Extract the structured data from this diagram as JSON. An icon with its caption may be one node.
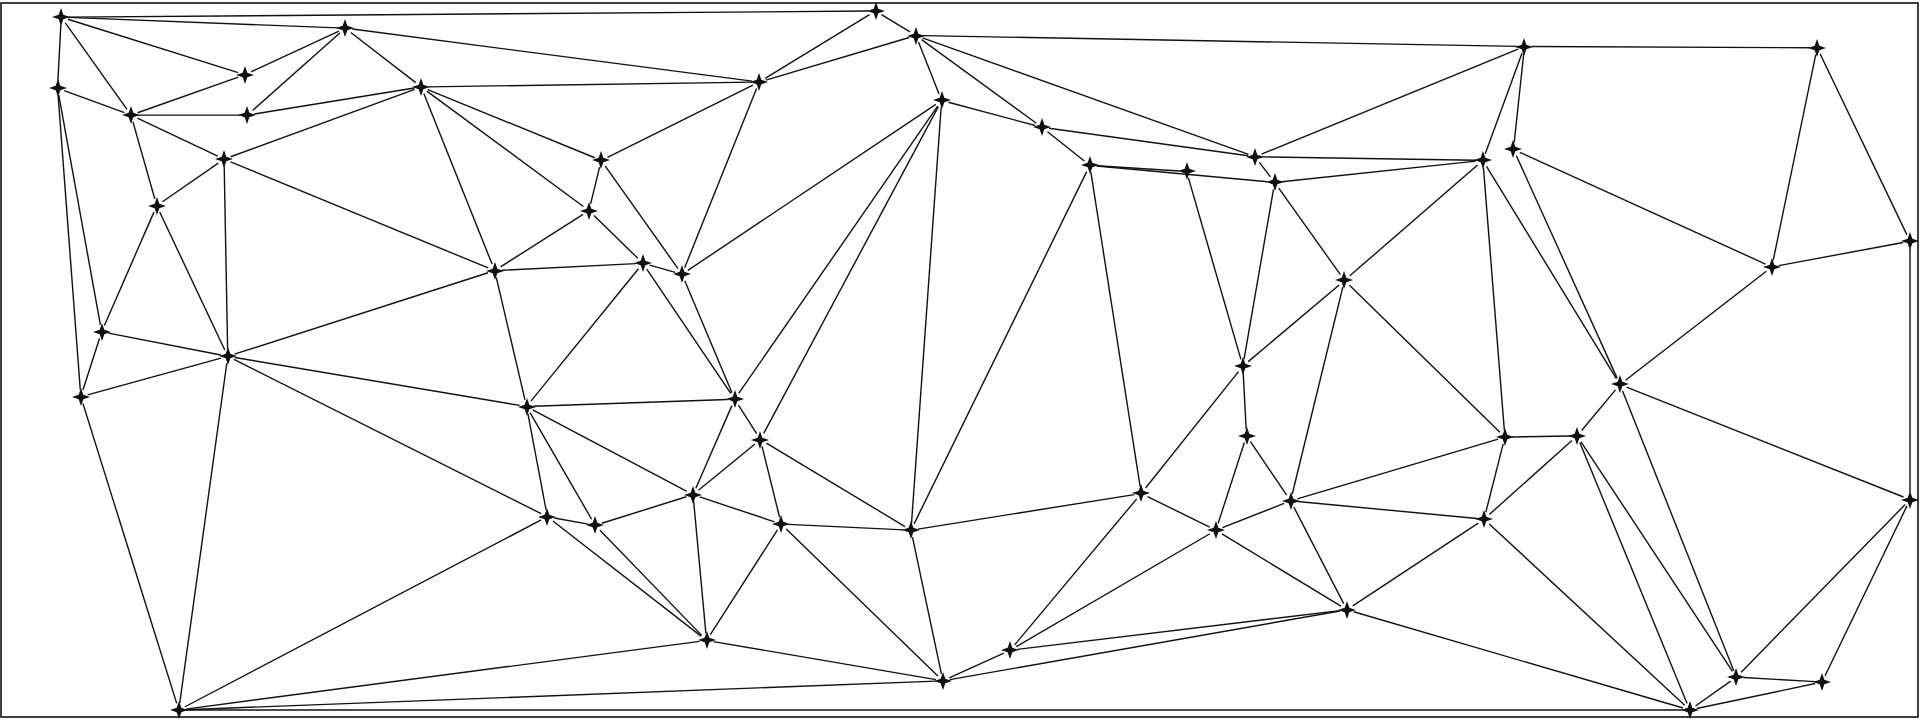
{
  "diagram": {
    "nodes": [
      {
        "text": [],
        "shape": "star"
      },
      {
        "text": [],
        "shape": "star"
      },
      {
        "text": [],
        "shape": "star"
      },
      {
        "text": [],
        "shape": "star"
      },
      {
        "text": [],
        "shape": "star"
      },
      {
        "text": [],
        "shape": "star"
      },
      {
        "text": [],
        "shape": "star"
      },
      {
        "text": [],
        "shape": "star"
      },
      {
        "text": [],
        "shape": "star"
      },
      {
        "text": [],
        "shape": "star"
      },
      {
        "text": [],
        "shape": "star"
      },
      {
        "text": [],
        "shape": "star"
      },
      {
        "text": [],
        "shape": "star"
      },
      {
        "text": [],
        "shape": "star"
      },
      {
        "text": [],
        "shape": "star"
      },
      {
        "text": [],
        "shape": "star"
      },
      {
        "text": [],
        "shape": "star"
      },
      {
        "text": [],
        "shape": "star"
      },
      {
        "text": [],
        "shape": "star"
      },
      {
        "text": [],
        "shape": "star"
      },
      {
        "text": [],
        "shape": "star"
      },
      {
        "text": [],
        "shape": "star"
      },
      {
        "text": [],
        "shape": "star"
      },
      {
        "text": [],
        "shape": "star"
      },
      {
        "text": [],
        "shape": "star"
      },
      {
        "text": [],
        "shape": "star"
      },
      {
        "text": [],
        "shape": "star"
      },
      {
        "text": [],
        "shape": "star"
      },
      {
        "text": [],
        "shape": "star"
      },
      {
        "text": [],
        "shape": "star"
      },
      {
        "text": [],
        "shape": "star"
      },
      {
        "text": [],
        "shape": "star"
      },
      {
        "text": [],
        "shape": "star"
      },
      {
        "text": [],
        "shape": "star"
      },
      {
        "text": [],
        "shape": "star"
      },
      {
        "text": [],
        "shape": "star"
      },
      {
        "text": [],
        "shape": "star"
      },
      {
        "text": [],
        "shape": "star"
      },
      {
        "text": [],
        "shape": "star"
      },
      {
        "text": [],
        "shape": "star"
      },
      {
        "text": [],
        "shape": "star"
      },
      {
        "text": [],
        "shape": "star"
      },
      {
        "text": [],
        "shape": "star"
      },
      {
        "text": [],
        "shape": "star"
      },
      {
        "text": [],
        "shape": "star"
      },
      {
        "text": [],
        "shape": "star"
      },
      {
        "text": [],
        "shape": "star"
      },
      {
        "text": [],
        "shape": "star"
      },
      {
        "text": [],
        "shape": "star"
      },
      {
        "text": [],
        "shape": "star"
      },
      {
        "text": [],
        "shape": "star"
      },
      {
        "text": [],
        "shape": "star"
      },
      {
        "text": [],
        "shape": "star"
      },
      {
        "text": [],
        "shape": "star"
      },
      {
        "text": [],
        "shape": "star"
      },
      {
        "text": [],
        "shape": "star"
      },
      {
        "text": [],
        "shape": "star"
      },
      {
        "text": [],
        "shape": "star"
      },
      {
        "text": [],
        "shape": "star"
      }
    ],
    "edges": [
      {
        "from": 1,
        "to": 0,
        "arrow": "none"
      },
      {
        "from": 1,
        "to": 9,
        "arrow": "none"
      },
      {
        "from": 1,
        "to": 4,
        "arrow": "none"
      },
      {
        "from": 1,
        "to": 27,
        "arrow": "none"
      },
      {
        "from": 1,
        "to": 11,
        "arrow": "none"
      },
      {
        "from": 0,
        "to": 4,
        "arrow": "none"
      },
      {
        "from": 0,
        "to": 2,
        "arrow": "none"
      },
      {
        "from": 0,
        "to": 3,
        "arrow": "none"
      },
      {
        "from": 4,
        "to": 10,
        "arrow": "none"
      },
      {
        "from": 4,
        "to": 7,
        "arrow": "none"
      },
      {
        "from": 4,
        "to": 5,
        "arrow": "none"
      },
      {
        "from": 4,
        "to": 9,
        "arrow": "none"
      },
      {
        "from": 9,
        "to": 11,
        "arrow": "none"
      },
      {
        "from": 10,
        "to": 11,
        "arrow": "none"
      },
      {
        "from": 10,
        "to": 12,
        "arrow": "none"
      },
      {
        "from": 11,
        "to": 12,
        "arrow": "none"
      },
      {
        "from": 11,
        "to": 24,
        "arrow": "none"
      },
      {
        "from": 7,
        "to": 5,
        "arrow": "none"
      },
      {
        "from": 7,
        "to": 12,
        "arrow": "none"
      },
      {
        "from": 7,
        "to": 8,
        "arrow": "none"
      },
      {
        "from": 7,
        "to": 13,
        "arrow": "none"
      },
      {
        "from": 5,
        "to": 3,
        "arrow": "none"
      },
      {
        "from": 5,
        "to": 8,
        "arrow": "none"
      },
      {
        "from": 3,
        "to": 2,
        "arrow": "none"
      },
      {
        "from": 3,
        "to": 8,
        "arrow": "none"
      },
      {
        "from": 2,
        "to": 8,
        "arrow": "none"
      },
      {
        "from": 2,
        "to": 6,
        "arrow": "none"
      },
      {
        "from": 6,
        "to": 8,
        "arrow": "none"
      },
      {
        "from": 6,
        "to": 15,
        "arrow": "none"
      },
      {
        "from": 6,
        "to": 31,
        "arrow": "none"
      },
      {
        "from": 6,
        "to": 22,
        "arrow": "none"
      },
      {
        "from": 6,
        "to": 52,
        "arrow": "none"
      },
      {
        "from": 8,
        "to": 13,
        "arrow": "none"
      },
      {
        "from": 8,
        "to": 14,
        "arrow": "none"
      },
      {
        "from": 8,
        "to": 15,
        "arrow": "none"
      },
      {
        "from": 12,
        "to": 13,
        "arrow": "none"
      },
      {
        "from": 12,
        "to": 18,
        "arrow": "none"
      },
      {
        "from": 12,
        "to": 16,
        "arrow": "none"
      },
      {
        "from": 12,
        "to": 24,
        "arrow": "none"
      },
      {
        "from": 13,
        "to": 16,
        "arrow": "none"
      },
      {
        "from": 13,
        "to": 19,
        "arrow": "none"
      },
      {
        "from": 13,
        "to": 14,
        "arrow": "none"
      },
      {
        "from": 16,
        "to": 18,
        "arrow": "none"
      },
      {
        "from": 18,
        "to": 24,
        "arrow": "none"
      },
      {
        "from": 18,
        "to": 20,
        "arrow": "none"
      },
      {
        "from": 16,
        "to": 19,
        "arrow": "none"
      },
      {
        "from": 24,
        "to": 27,
        "arrow": "none"
      },
      {
        "from": 24,
        "to": 29,
        "arrow": "none"
      },
      {
        "from": 24,
        "to": 20,
        "arrow": "none"
      },
      {
        "from": 29,
        "to": 27,
        "arrow": "none"
      },
      {
        "from": 29,
        "to": 49,
        "arrow": "none"
      },
      {
        "from": 29,
        "to": 30,
        "arrow": "none"
      },
      {
        "from": 29,
        "to": 40,
        "arrow": "none"
      },
      {
        "from": 29,
        "to": 33,
        "arrow": "none"
      },
      {
        "from": 19,
        "to": 20,
        "arrow": "none"
      },
      {
        "from": 19,
        "to": 14,
        "arrow": "none"
      },
      {
        "from": 19,
        "to": 23,
        "arrow": "none"
      },
      {
        "from": 20,
        "to": 23,
        "arrow": "none"
      },
      {
        "from": 20,
        "to": 30,
        "arrow": "none"
      },
      {
        "from": 14,
        "to": 23,
        "arrow": "none"
      },
      {
        "from": 14,
        "to": 15,
        "arrow": "none"
      },
      {
        "from": 14,
        "to": 17,
        "arrow": "none"
      },
      {
        "from": 14,
        "to": 21,
        "arrow": "none"
      },
      {
        "from": 23,
        "to": 25,
        "arrow": "none"
      },
      {
        "from": 23,
        "to": 30,
        "arrow": "none"
      },
      {
        "from": 23,
        "to": 21,
        "arrow": "none"
      },
      {
        "from": 21,
        "to": 22,
        "arrow": "none"
      },
      {
        "from": 21,
        "to": 17,
        "arrow": "none"
      },
      {
        "from": 21,
        "to": 25,
        "arrow": "none"
      },
      {
        "from": 21,
        "to": 26,
        "arrow": "none"
      },
      {
        "from": 15,
        "to": 17,
        "arrow": "none"
      },
      {
        "from": 15,
        "to": 22,
        "arrow": "none"
      },
      {
        "from": 17,
        "to": 22,
        "arrow": "none"
      },
      {
        "from": 22,
        "to": 26,
        "arrow": "none"
      },
      {
        "from": 22,
        "to": 31,
        "arrow": "none"
      },
      {
        "from": 25,
        "to": 26,
        "arrow": "none"
      },
      {
        "from": 25,
        "to": 28,
        "arrow": "none"
      },
      {
        "from": 25,
        "to": 30,
        "arrow": "none"
      },
      {
        "from": 26,
        "to": 28,
        "arrow": "none"
      },
      {
        "from": 26,
        "to": 31,
        "arrow": "none"
      },
      {
        "from": 30,
        "to": 28,
        "arrow": "none"
      },
      {
        "from": 30,
        "to": 33,
        "arrow": "none"
      },
      {
        "from": 28,
        "to": 31,
        "arrow": "none"
      },
      {
        "from": 28,
        "to": 35,
        "arrow": "none"
      },
      {
        "from": 28,
        "to": 34,
        "arrow": "none"
      },
      {
        "from": 31,
        "to": 32,
        "arrow": "none"
      },
      {
        "from": 31,
        "to": 44,
        "arrow": "none"
      },
      {
        "from": 32,
        "to": 35,
        "arrow": "none"
      },
      {
        "from": 32,
        "to": 37,
        "arrow": "none"
      },
      {
        "from": 32,
        "to": 44,
        "arrow": "none"
      },
      {
        "from": 33,
        "to": 34,
        "arrow": "none"
      },
      {
        "from": 33,
        "to": 40,
        "arrow": "none"
      },
      {
        "from": 34,
        "to": 36,
        "arrow": "none"
      },
      {
        "from": 34,
        "to": 35,
        "arrow": "none"
      },
      {
        "from": 34,
        "to": 41,
        "arrow": "none"
      },
      {
        "from": 35,
        "to": 38,
        "arrow": "none"
      },
      {
        "from": 35,
        "to": 37,
        "arrow": "none"
      },
      {
        "from": 36,
        "to": 38,
        "arrow": "none"
      },
      {
        "from": 40,
        "to": 41,
        "arrow": "none"
      },
      {
        "from": 40,
        "to": 45,
        "arrow": "none"
      },
      {
        "from": 40,
        "to": 49,
        "arrow": "none"
      },
      {
        "from": 41,
        "to": 38,
        "arrow": "none"
      },
      {
        "from": 41,
        "to": 43,
        "arrow": "none"
      },
      {
        "from": 41,
        "to": 45,
        "arrow": "none"
      },
      {
        "from": 38,
        "to": 43,
        "arrow": "none"
      },
      {
        "from": 38,
        "to": 39,
        "arrow": "none"
      },
      {
        "from": 39,
        "to": 37,
        "arrow": "none"
      },
      {
        "from": 39,
        "to": 42,
        "arrow": "none"
      },
      {
        "from": 37,
        "to": 42,
        "arrow": "none"
      },
      {
        "from": 37,
        "to": 44,
        "arrow": "none"
      },
      {
        "from": 42,
        "to": 44,
        "arrow": "none"
      },
      {
        "from": 42,
        "to": 46,
        "arrow": "none"
      },
      {
        "from": 42,
        "to": 47,
        "arrow": "none"
      },
      {
        "from": 42,
        "to": 43,
        "arrow": "none"
      },
      {
        "from": 43,
        "to": 45,
        "arrow": "none"
      },
      {
        "from": 43,
        "to": 47,
        "arrow": "none"
      },
      {
        "from": 44,
        "to": 46,
        "arrow": "none"
      },
      {
        "from": 44,
        "to": 52,
        "arrow": "none"
      },
      {
        "from": 45,
        "to": 49,
        "arrow": "none"
      },
      {
        "from": 45,
        "to": 47,
        "arrow": "none"
      },
      {
        "from": 45,
        "to": 51,
        "arrow": "none"
      },
      {
        "from": 49,
        "to": 48,
        "arrow": "none"
      },
      {
        "from": 49,
        "to": 55,
        "arrow": "none"
      },
      {
        "from": 48,
        "to": 54,
        "arrow": "none"
      },
      {
        "from": 48,
        "to": 51,
        "arrow": "none"
      },
      {
        "from": 47,
        "to": 46,
        "arrow": "none"
      },
      {
        "from": 47,
        "to": 50,
        "arrow": "none"
      },
      {
        "from": 46,
        "to": 50,
        "arrow": "none"
      },
      {
        "from": 46,
        "to": 52,
        "arrow": "none"
      },
      {
        "from": 50,
        "to": 51,
        "arrow": "none"
      },
      {
        "from": 50,
        "to": 53,
        "arrow": "none"
      },
      {
        "from": 50,
        "to": 52,
        "arrow": "none"
      },
      {
        "from": 51,
        "to": 54,
        "arrow": "none"
      },
      {
        "from": 51,
        "to": 57,
        "arrow": "none"
      },
      {
        "from": 51,
        "to": 53,
        "arrow": "none"
      },
      {
        "from": 54,
        "to": 55,
        "arrow": "none"
      },
      {
        "from": 54,
        "to": 58,
        "arrow": "none"
      },
      {
        "from": 55,
        "to": 58,
        "arrow": "none"
      },
      {
        "from": 56,
        "to": 53,
        "arrow": "none"
      },
      {
        "from": 56,
        "to": 57,
        "arrow": "none"
      },
      {
        "from": 56,
        "to": 52,
        "arrow": "none"
      },
      {
        "from": 57,
        "to": 58,
        "arrow": "none"
      },
      {
        "from": 57,
        "to": 53,
        "arrow": "none"
      },
      {
        "from": 52,
        "to": 53,
        "arrow": "none"
      }
    ]
  }
}
